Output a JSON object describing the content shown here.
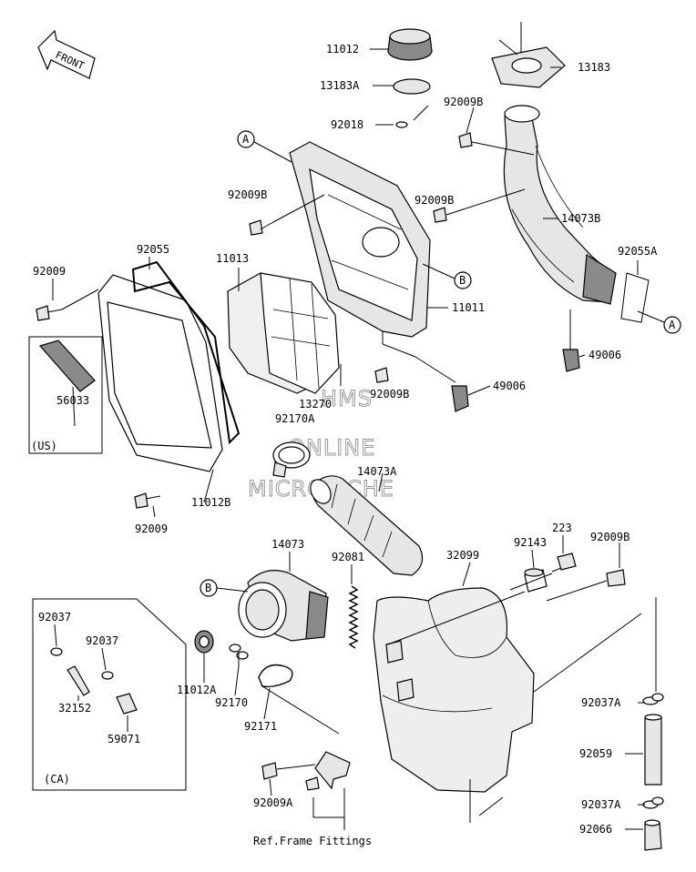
{
  "front_arrow": "FRONT",
  "ref_marks": {
    "a": "A",
    "b": "B"
  },
  "boxes": {
    "us": "(US)",
    "ca": "(CA)"
  },
  "note": "Ref.Frame Fittings",
  "watermark": [
    "HMS",
    "ONLINE",
    "MICROFICHE"
  ],
  "parts": {
    "p11012": "11012",
    "p13183": "13183",
    "p13183a": "13183A",
    "p92018": "92018",
    "p92009b_1": "92009B",
    "p92009b_2": "92009B",
    "p92009b_3": "92009B",
    "p92009b_4": "92009B",
    "p92009b_5": "92009B",
    "p14073b": "14073B",
    "p92055a": "92055A",
    "p92055": "92055",
    "p11013": "11013",
    "p92009_1": "92009",
    "p92009_2": "92009",
    "p11011": "11011",
    "p49006_1": "49006",
    "p49006_2": "49006",
    "p56033": "56033",
    "p13270": "13270",
    "p92170a": "92170A",
    "p14073a": "14073A",
    "p11012b": "11012B",
    "p223": "223",
    "p92143": "92143",
    "p14073": "14073",
    "p92081": "92081",
    "p32099": "32099",
    "p92037_1": "92037",
    "p92037_2": "92037",
    "p32152": "32152",
    "p59071": "59071",
    "p11012a": "11012A",
    "p92170": "92170",
    "p92171": "92171",
    "p92037a_1": "92037A",
    "p92037a_2": "92037A",
    "p92059": "92059",
    "p92009a": "92009A",
    "p92066": "92066"
  }
}
